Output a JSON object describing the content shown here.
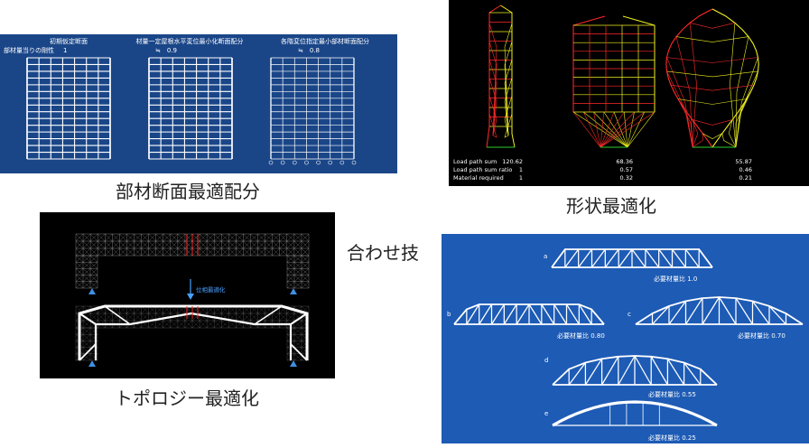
{
  "captions": {
    "section": "部材断面最適配分",
    "shape": "形状最適化",
    "topology": "トポロジー最適化",
    "combined": "合わせ技"
  },
  "section_panel": {
    "f1_title": "初期仮定断面",
    "f1_label": "部材量当りの剛性",
    "f1_value": "1",
    "f2_title": "材量一定屋根水平変位最小化断面配分",
    "f2_value": "≒　0.9",
    "f3_title": "各階変位指定最小部材断面配分",
    "f3_value": "≒　0.8"
  },
  "shape_panel": {
    "rows": [
      {
        "label": "Load path sum",
        "values": [
          "120.62",
          "68.36",
          "55.87"
        ]
      },
      {
        "label": "Load path sum ratio",
        "values": [
          "1",
          "0.57",
          "0.46"
        ]
      },
      {
        "label": "Material required",
        "values": [
          "1",
          "0.32",
          "0.21"
        ]
      }
    ]
  },
  "topology_panel": {
    "arrow_label": "位相最適化"
  },
  "combined_panel": {
    "trusses": [
      {
        "letter": "a",
        "label": "必要材量比 1.0"
      },
      {
        "letter": "b",
        "label": "必要材量比 0.80"
      },
      {
        "letter": "c",
        "label": "必要材量比 0.70"
      },
      {
        "letter": "d",
        "label": "必要材量比 0.55"
      },
      {
        "letter": "e",
        "label": "必要材量比 0.25"
      }
    ]
  },
  "colors": {
    "section_bg": "#1a4688",
    "combined_bg": "#1d5bb5",
    "red": "#ff2a2a",
    "yellow": "#f0f020",
    "green": "#2cd02c",
    "support": "#3f8fe0"
  }
}
